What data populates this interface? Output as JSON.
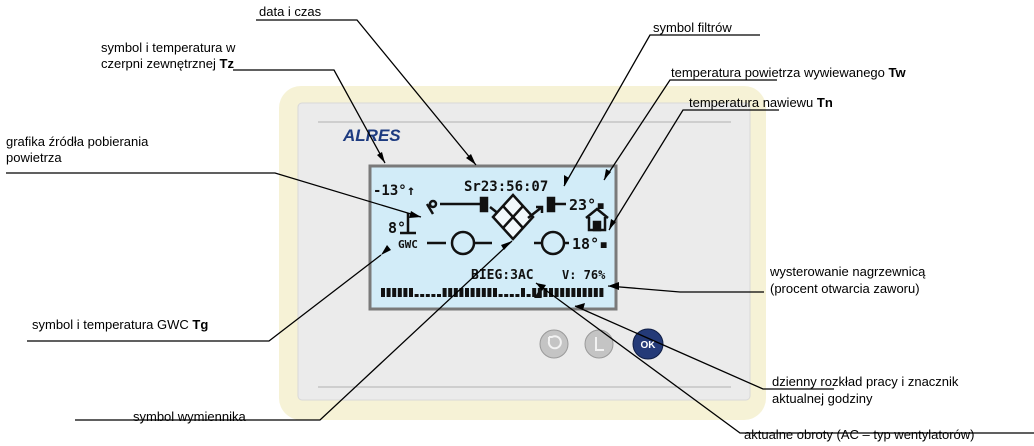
{
  "device": {
    "brand": "ALRES",
    "display": {
      "outdoor_temp": "-13",
      "datetime": "Sr23:56:07",
      "exhaust_temp": "23",
      "supply_temp": "18",
      "gwc_temp": "8",
      "gwc_label": "GWC",
      "fan_speed": "BIEG:3AC",
      "heater_valve": "V: 76%"
    },
    "buttons": {
      "back_icon": "rotate-icon",
      "left_icon": "plus-icon",
      "ok_label": "OK"
    }
  },
  "annotations": {
    "datetime": "data i czas",
    "outdoor_line1": "symbol i temperatura w",
    "outdoor_line2": "czerpni zewnętrznej",
    "outdoor_bold": "Tz",
    "filters": "symbol filtrów",
    "exhaust": "temperatura powietrza wywiewanego",
    "exhaust_bold": "Tw",
    "supply": "temperatura nawiewu",
    "supply_bold": "Tn",
    "source_line1": "grafika źródła pobierania",
    "source_line2": "powietrza",
    "heater_line1": "wysterowanie nagrzewnicą",
    "heater_line2": "(procent otwarcia zaworu)",
    "gwc": "symbol i temperatura GWC",
    "gwc_bold": "Tg",
    "schedule_line1": "dzienny rozkład pracy i znacznik",
    "schedule_line2": "aktualnej godziny",
    "exchanger": "symbol wymiennika",
    "speed": "aktualne obroty (AC – typ wentylatorów)"
  },
  "colors": {
    "panel_outer": "#f6f2d6",
    "panel_inner": "#ebebeb",
    "lcd_bg": "#d2ecf8",
    "lcd_border": "#7a7a7a",
    "brand": "#1d3b80",
    "ok_button": "#243a78"
  }
}
